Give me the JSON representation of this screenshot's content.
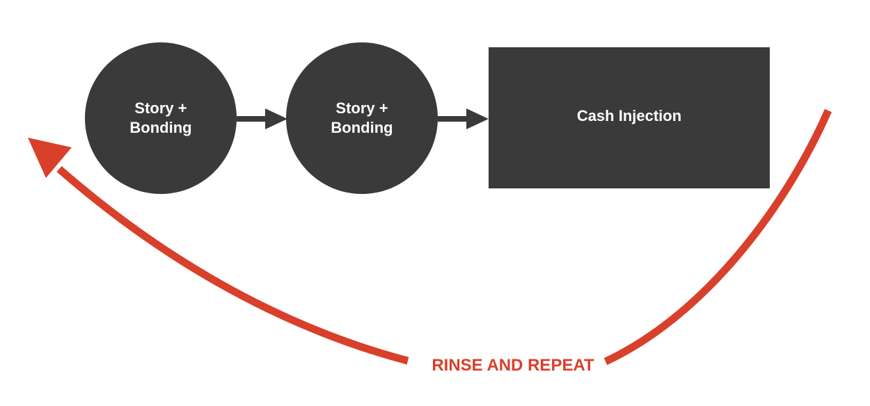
{
  "nodes": [
    {
      "label": "Story +\nBonding",
      "shape": "circle"
    },
    {
      "label": "Story +\nBonding",
      "shape": "circle"
    },
    {
      "label": "Cash Injection",
      "shape": "rectangle"
    }
  ],
  "loop_label": "RINSE AND REPEAT",
  "colors": {
    "node_fill": "#3a3a3a",
    "node_text": "#ffffff",
    "connector": "#3a3a3a",
    "loop_arrow": "#d8402c",
    "loop_text": "#d8402c",
    "background": "#ffffff"
  }
}
